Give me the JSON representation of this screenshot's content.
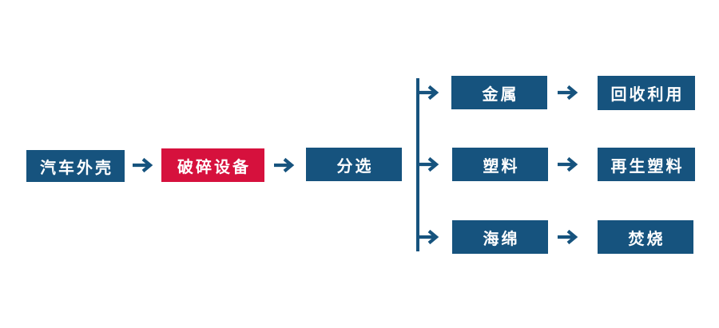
{
  "colors": {
    "node_blue": "#16537E",
    "node_red": "#D6113D",
    "node_text": "#FFFFFF",
    "connector_blue": "#16537E",
    "background": "#FFFFFF"
  },
  "flowchart": {
    "arrow_glyph": "→",
    "main_flow": [
      {
        "id": "car-shell",
        "label": "汽车外壳",
        "variant": "blue"
      },
      {
        "id": "crushing-equipment",
        "label": "破碎设备",
        "variant": "red"
      },
      {
        "id": "sorting",
        "label": "分选",
        "variant": "blue"
      }
    ],
    "branches": [
      {
        "material": "金属",
        "outcome": "回收利用"
      },
      {
        "material": "塑料",
        "outcome": "再生塑料"
      },
      {
        "material": "海绵",
        "outcome": "焚烧"
      }
    ]
  }
}
